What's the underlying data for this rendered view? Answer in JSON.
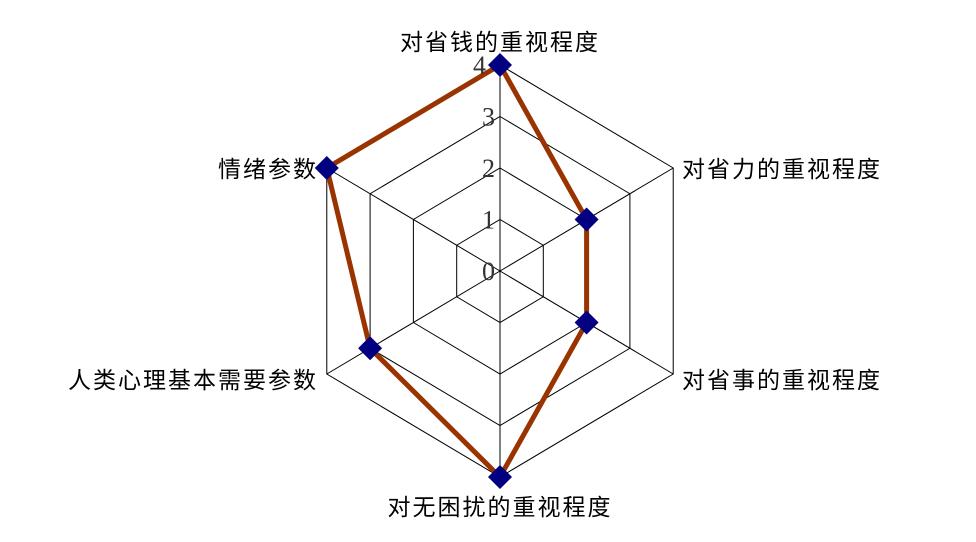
{
  "chart_data": {
    "type": "radar",
    "categories": [
      "对省钱的重视程度",
      "对省力的重视程度",
      "对省事的重视程度",
      "对无困扰的重视程度",
      "人类心理基本需要参数",
      "情绪参数"
    ],
    "series": [
      {
        "values": [
          4,
          2,
          2,
          4,
          3,
          4
        ],
        "line_color": "#993300",
        "marker_color": "#000080",
        "marker": "diamond"
      }
    ],
    "r_ticks": [
      "0",
      "1",
      "2",
      "3",
      "4"
    ],
    "rlim": [
      0,
      4
    ],
    "grid": true,
    "legend": "none"
  }
}
